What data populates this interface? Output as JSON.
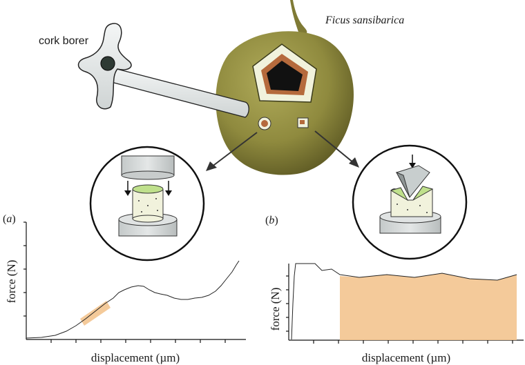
{
  "labels": {
    "tool": "cork borer",
    "species": "Ficus sansibarica"
  },
  "panels": [
    {
      "letter": "a",
      "xlabel": "displacement (µm)",
      "ylabel": "force (N)"
    },
    {
      "letter": "b",
      "xlabel": "displacement (µm)",
      "ylabel": "force (N)"
    }
  ],
  "colors": {
    "fig_skin": "#8f8a3e",
    "highlight": "#f3c48f",
    "sample_top": "#bfe08c",
    "sample_body": "#f1f2dc",
    "platen": "#d5d9d9"
  },
  "icons": [
    "cork-borer-icon",
    "fig-fruit-icon",
    "compression-setup-icon",
    "wedge-cut-setup-icon"
  ]
}
